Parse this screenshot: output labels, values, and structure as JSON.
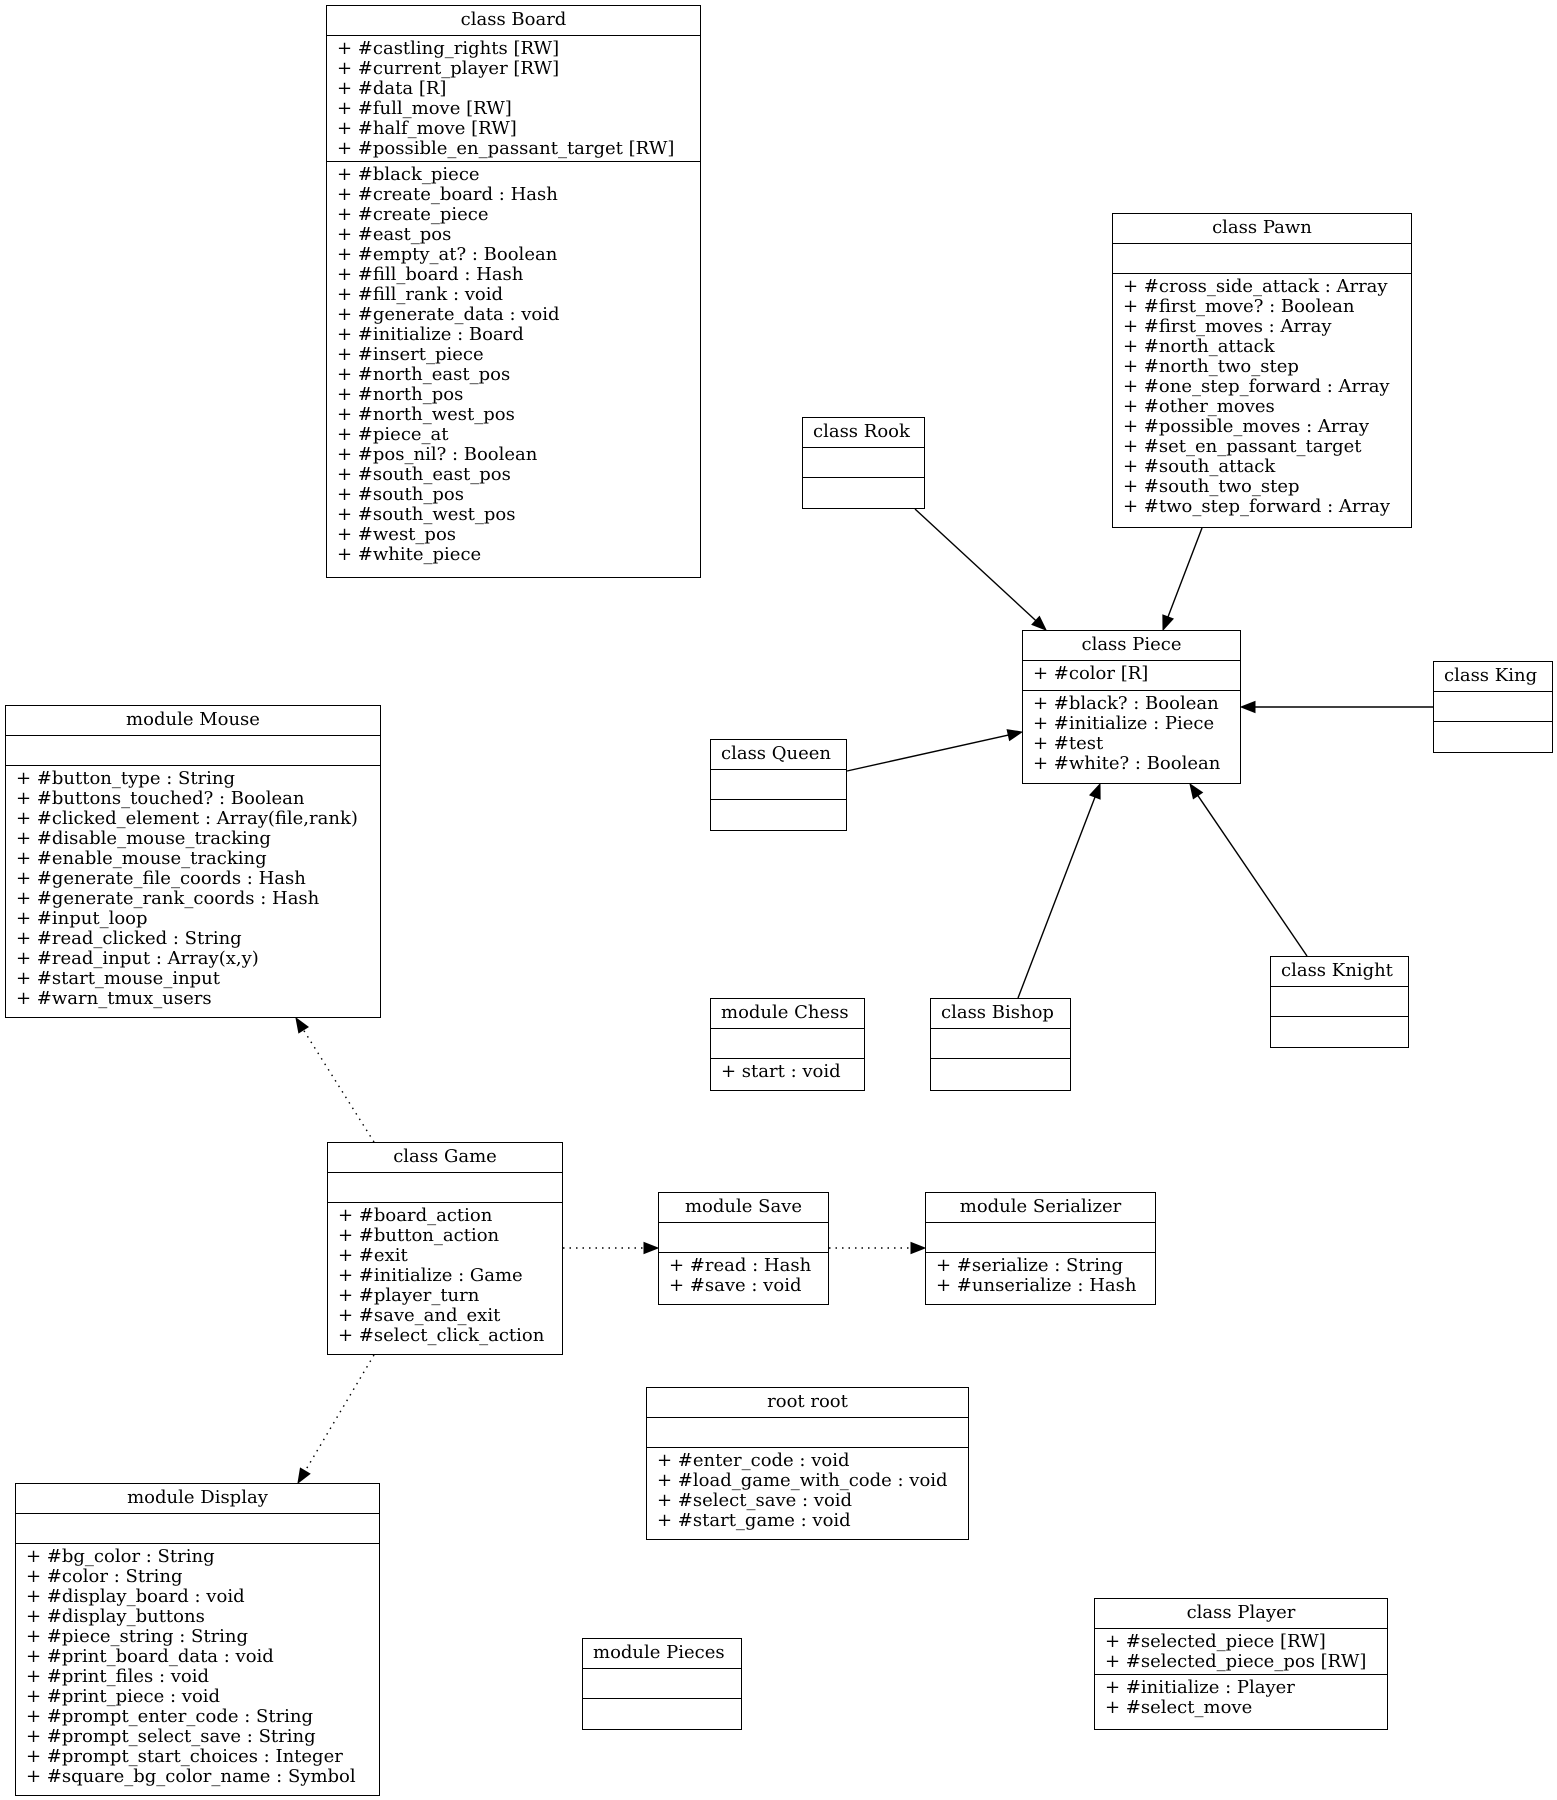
{
  "nodes": [
    {
      "id": "board",
      "title": "class Board",
      "attributes": [
        "+ #castling_rights [RW]",
        "+ #current_player [RW]",
        "+ #data [R]",
        "+ #full_move [RW]",
        "+ #half_move [RW]",
        "+ #possible_en_passant_target [RW]"
      ],
      "methods": [
        "+ #black_piece",
        "+ #create_board : Hash",
        "+ #create_piece",
        "+ #east_pos",
        "+ #empty_at? : Boolean",
        "+ #fill_board : Hash",
        "+ #fill_rank : void",
        "+ #generate_data : void",
        "+ #initialize : Board",
        "+ #insert_piece",
        "+ #north_east_pos",
        "+ #north_pos",
        "+ #north_west_pos",
        "+ #piece_at",
        "+ #pos_nil? : Boolean",
        "+ #south_east_pos",
        "+ #south_pos",
        "+ #south_west_pos",
        "+ #west_pos",
        "+ #white_piece"
      ]
    },
    {
      "id": "pawn",
      "title": "class Pawn",
      "attributes": [],
      "methods": [
        "+ #cross_side_attack : Array",
        "+ #first_move? : Boolean",
        "+ #first_moves : Array",
        "+ #north_attack",
        "+ #north_two_step",
        "+ #one_step_forward : Array",
        "+ #other_moves",
        "+ #possible_moves : Array",
        "+ #set_en_passant_target",
        "+ #south_attack",
        "+ #south_two_step",
        "+ #two_step_forward : Array"
      ]
    },
    {
      "id": "rook",
      "title": "class Rook",
      "attributes": [],
      "methods": []
    },
    {
      "id": "piece",
      "title": "class Piece",
      "attributes": [
        "+ #color [R]"
      ],
      "methods": [
        "+ #black? : Boolean",
        "+ #initialize : Piece",
        "+ #test",
        "+ #white? : Boolean"
      ]
    },
    {
      "id": "king",
      "title": "class King",
      "attributes": [],
      "methods": []
    },
    {
      "id": "mouse",
      "title": "module Mouse",
      "attributes": [],
      "methods": [
        "+ #button_type : String",
        "+ #buttons_touched? : Boolean",
        "+ #clicked_element : Array(file,rank)",
        "+ #disable_mouse_tracking",
        "+ #enable_mouse_tracking",
        "+ #generate_file_coords : Hash",
        "+ #generate_rank_coords : Hash",
        "+ #input_loop",
        "+ #read_clicked : String",
        "+ #read_input : Array(x,y)",
        "+ #start_mouse_input",
        "+ #warn_tmux_users"
      ]
    },
    {
      "id": "queen",
      "title": "class Queen",
      "attributes": [],
      "methods": []
    },
    {
      "id": "knight",
      "title": "class Knight",
      "attributes": [],
      "methods": []
    },
    {
      "id": "chess",
      "title": "module Chess",
      "attributes": [],
      "methods": [
        "+ start : void"
      ]
    },
    {
      "id": "bishop",
      "title": "class Bishop",
      "attributes": [],
      "methods": []
    },
    {
      "id": "game",
      "title": "class Game",
      "attributes": [],
      "methods": [
        "+ #board_action",
        "+ #button_action",
        "+ #exit",
        "+ #initialize : Game",
        "+ #player_turn",
        "+ #save_and_exit",
        "+ #select_click_action"
      ]
    },
    {
      "id": "save",
      "title": "module Save",
      "attributes": [],
      "methods": [
        "+ #read : Hash",
        "+ #save : void"
      ]
    },
    {
      "id": "serializer",
      "title": "module Serializer",
      "attributes": [],
      "methods": [
        "+ #serialize : String",
        "+ #unserialize : Hash"
      ]
    },
    {
      "id": "root",
      "title": "root root",
      "attributes": [],
      "methods": [
        "+ #enter_code : void",
        "+ #load_game_with_code : void",
        "+ #select_save : void",
        "+ #start_game : void"
      ]
    },
    {
      "id": "display",
      "title": "module Display",
      "attributes": [],
      "methods": [
        "+ #bg_color : String",
        "+ #color : String",
        "+ #display_board : void",
        "+ #display_buttons",
        "+ #piece_string : String",
        "+ #print_board_data : void",
        "+ #print_files : void",
        "+ #print_piece : void",
        "+ #prompt_enter_code : String",
        "+ #prompt_select_save : String",
        "+ #prompt_start_choices : Integer",
        "+ #square_bg_color_name : Symbol"
      ]
    },
    {
      "id": "pieces",
      "title": "module Pieces",
      "attributes": [],
      "methods": []
    },
    {
      "id": "player",
      "title": "class Player",
      "attributes": [
        "+ #selected_piece [RW]",
        "+ #selected_piece_pos [RW]"
      ],
      "methods": [
        "+ #initialize : Player",
        "+ #select_move"
      ]
    }
  ],
  "edges": [
    {
      "from": "rook",
      "to": "piece",
      "style": "solid"
    },
    {
      "from": "pawn",
      "to": "piece",
      "style": "solid"
    },
    {
      "from": "king",
      "to": "piece",
      "style": "solid"
    },
    {
      "from": "queen",
      "to": "piece",
      "style": "solid"
    },
    {
      "from": "bishop",
      "to": "piece",
      "style": "solid"
    },
    {
      "from": "knight",
      "to": "piece",
      "style": "solid"
    },
    {
      "from": "game",
      "to": "mouse",
      "style": "dotted"
    },
    {
      "from": "game",
      "to": "display",
      "style": "dotted"
    },
    {
      "from": "game",
      "to": "save",
      "style": "dotted"
    },
    {
      "from": "save",
      "to": "serializer",
      "style": "dotted"
    }
  ]
}
